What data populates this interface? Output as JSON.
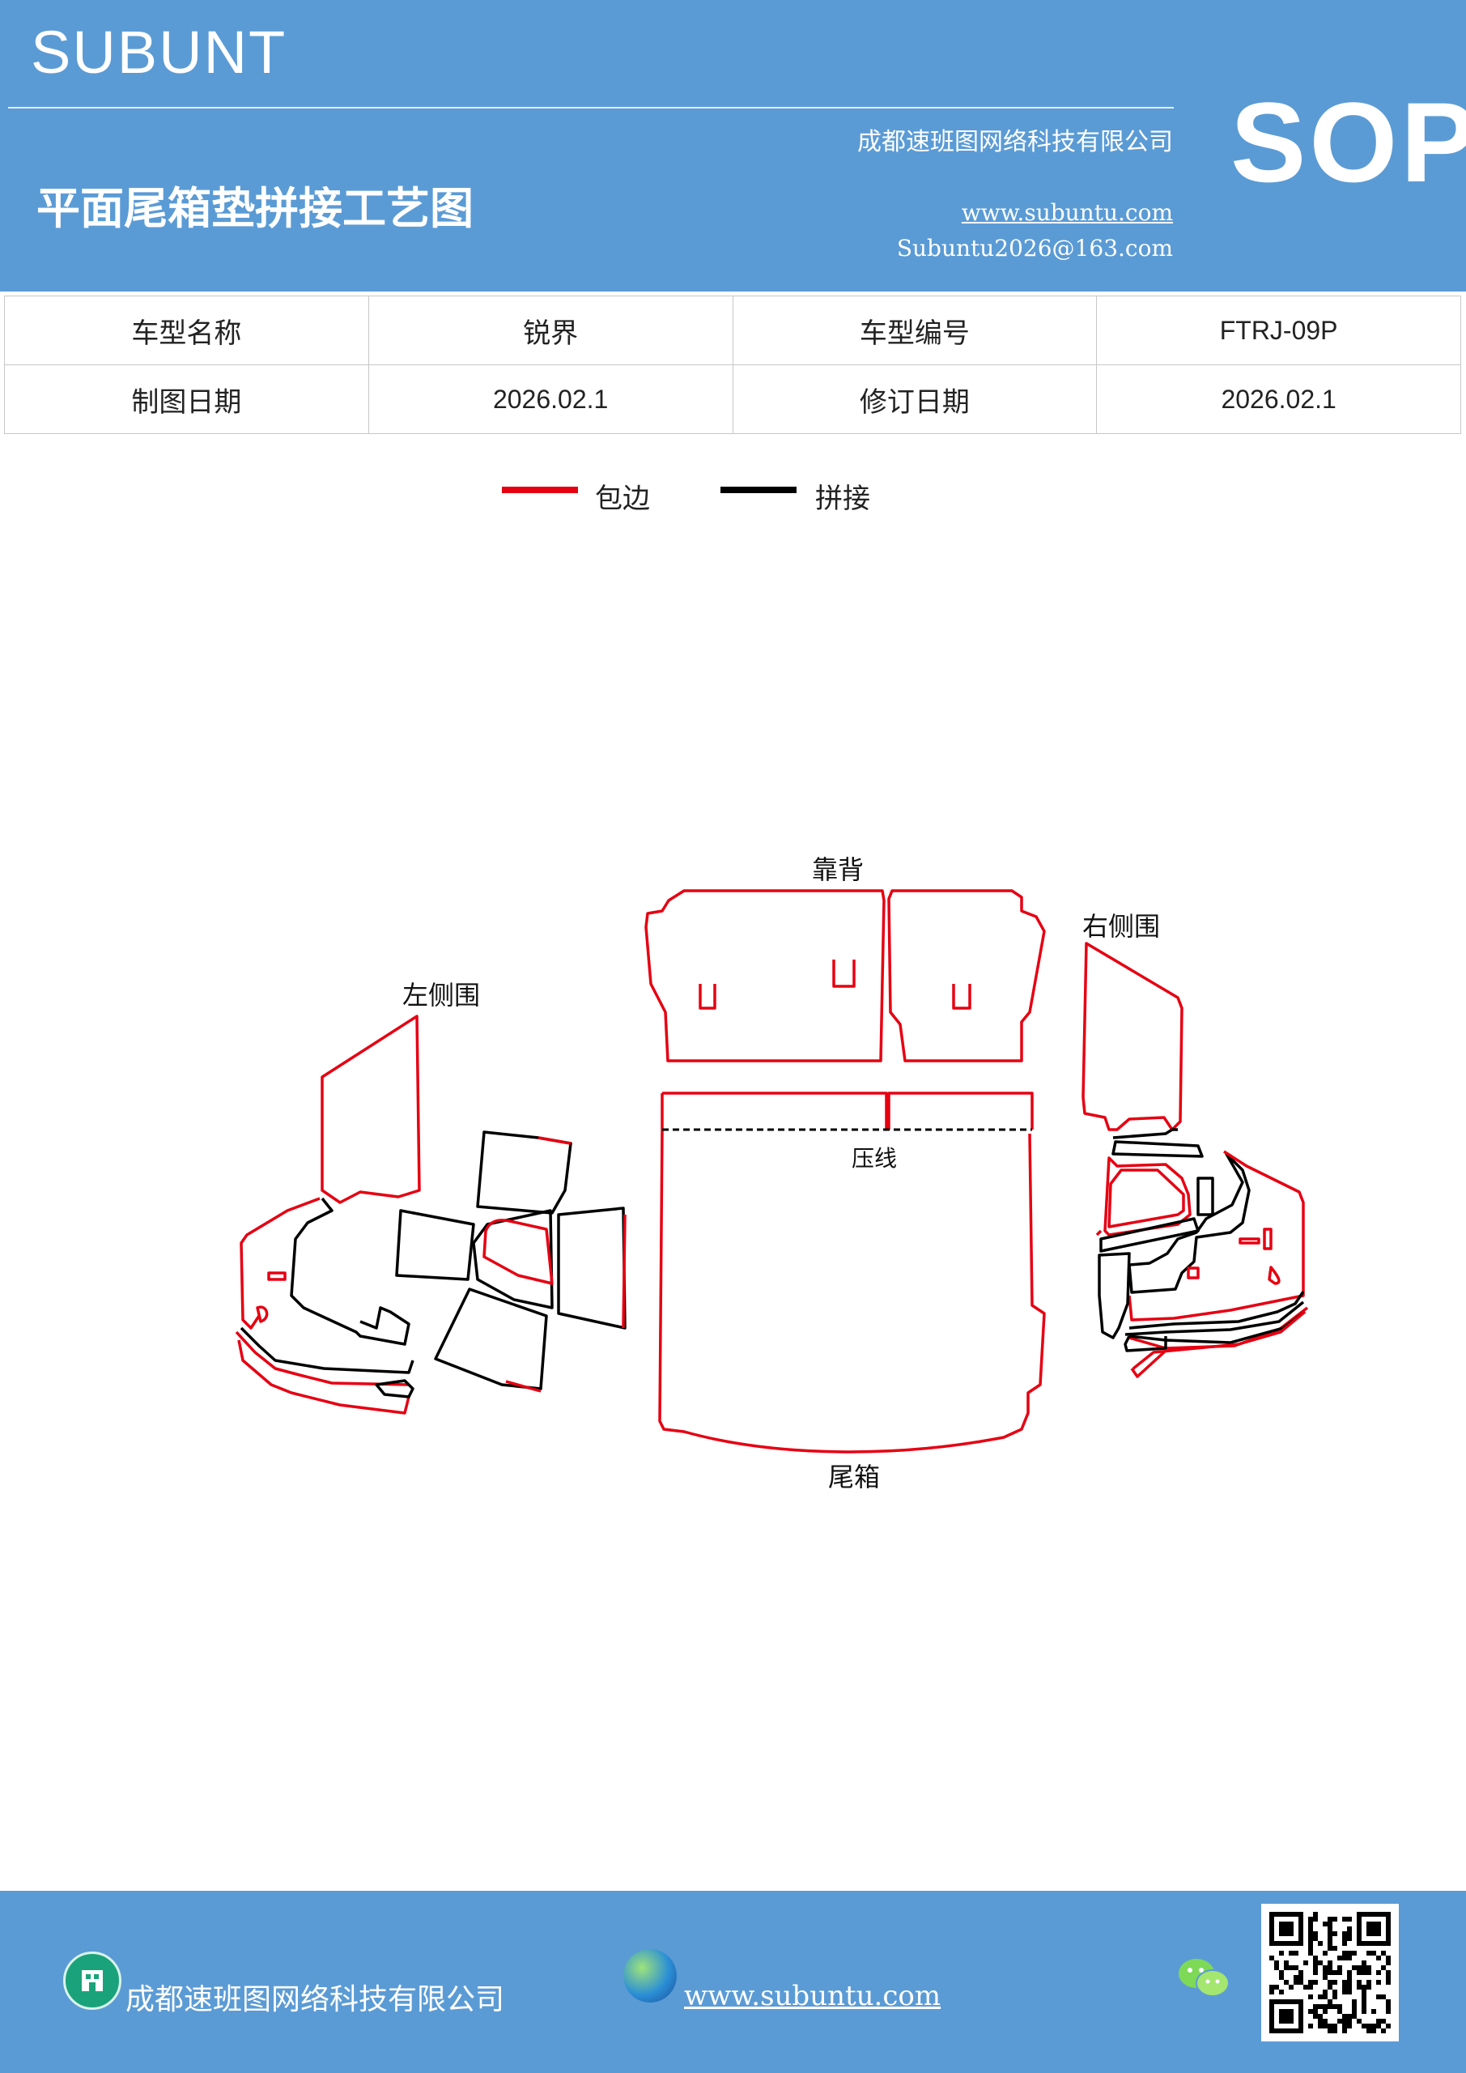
{
  "header": {
    "brand": "SUBUNT",
    "company": "成都速班图网络科技有限公司",
    "title": "平面尾箱垫拼接工艺图",
    "website": "www.subuntu.com",
    "email": "Subuntu2026@163.com",
    "badge": "SOP"
  },
  "info_table": {
    "model_name_label": "车型名称",
    "model_name_value": "锐界",
    "model_code_label": "车型编号",
    "model_code_value": "FTRJ-09P",
    "draw_date_label": "制图日期",
    "draw_date_value": "2026.02.1",
    "revise_date_label": "修订日期",
    "revise_date_value": "2026.02.1"
  },
  "legend": {
    "edge_label": "包边",
    "edge_color": "#e60012",
    "joint_label": "拼接",
    "joint_color": "#000000"
  },
  "diagram": {
    "backrest_label": "靠背",
    "right_side_label": "右侧围",
    "left_side_label": "左侧围",
    "crease_label": "压线",
    "trunk_label": "尾箱"
  },
  "footer": {
    "company": "成都速班图网络科技有限公司",
    "website": "www.subuntu.com",
    "icons": [
      "building-icon",
      "globe-icon",
      "wechat-icon",
      "qr-code"
    ]
  }
}
